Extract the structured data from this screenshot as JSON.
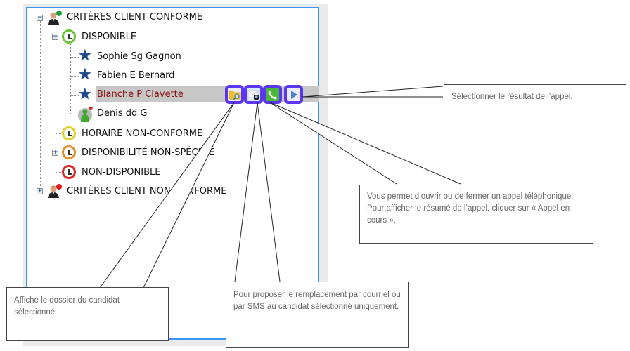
{
  "tree": {
    "nodes": [
      {
        "label": "CRITÈRES CLIENT CONFORME",
        "icon": "person-green-dot-icon",
        "toggle": "−",
        "level": 0
      },
      {
        "label": "DISPONIBLE",
        "icon": "clock-green-icon",
        "toggle": "−",
        "level": 1
      },
      {
        "label": "Sophie Sg Gagnon",
        "icon": "star-icon",
        "level": 2
      },
      {
        "label": "Fabien E Bernard",
        "icon": "star-icon",
        "level": 2
      },
      {
        "label": "Blanche P Clavette",
        "icon": "star-icon",
        "level": 2,
        "selected": true
      },
      {
        "label": "Denis dd G",
        "icon": "person-heart-icon",
        "level": 2
      },
      {
        "label": "HORAIRE NON-CONFORME",
        "icon": "clock-yellow-icon",
        "level": 1
      },
      {
        "label": "DISPONIBILITÉ NON-SPÉCIFIÉ",
        "icon": "clock-orange-icon",
        "toggle": "+",
        "level": 1
      },
      {
        "label": "NON-DISPONIBLE",
        "icon": "clock-red-icon",
        "level": 1
      },
      {
        "label": "CRITÈRES CLIENT NON-CONFORME",
        "icon": "person-red-dot-icon",
        "toggle": "+",
        "level": 0
      }
    ]
  },
  "actions": [
    {
      "name": "open-candidate-folder",
      "icon": "folder-search-icon"
    },
    {
      "name": "send-replacement-message",
      "icon": "envelope-sms-icon"
    },
    {
      "name": "phone-call",
      "icon": "phone-icon"
    },
    {
      "name": "call-result",
      "icon": "play-arrow-icon"
    }
  ],
  "callouts": {
    "call_result": "Sélectionner le résultat de l’appel.",
    "phone": "Vous permet d’ouvrir ou de fermer un appel téléphonique. Pour afficher le résumé de l’appel, cliquer sur « Appel en cours ».",
    "folder": "Affiche le dossier du candidat sélectionné.",
    "message": "Pour proposer le remplacement par courriel ou par SMS au candidat sélectionné uniquement."
  },
  "colors": {
    "panel_border": "#3d95f5",
    "action_border": "#5b35f0",
    "selected_text": "#8b1010",
    "selected_bg": "#c7c7c7"
  }
}
